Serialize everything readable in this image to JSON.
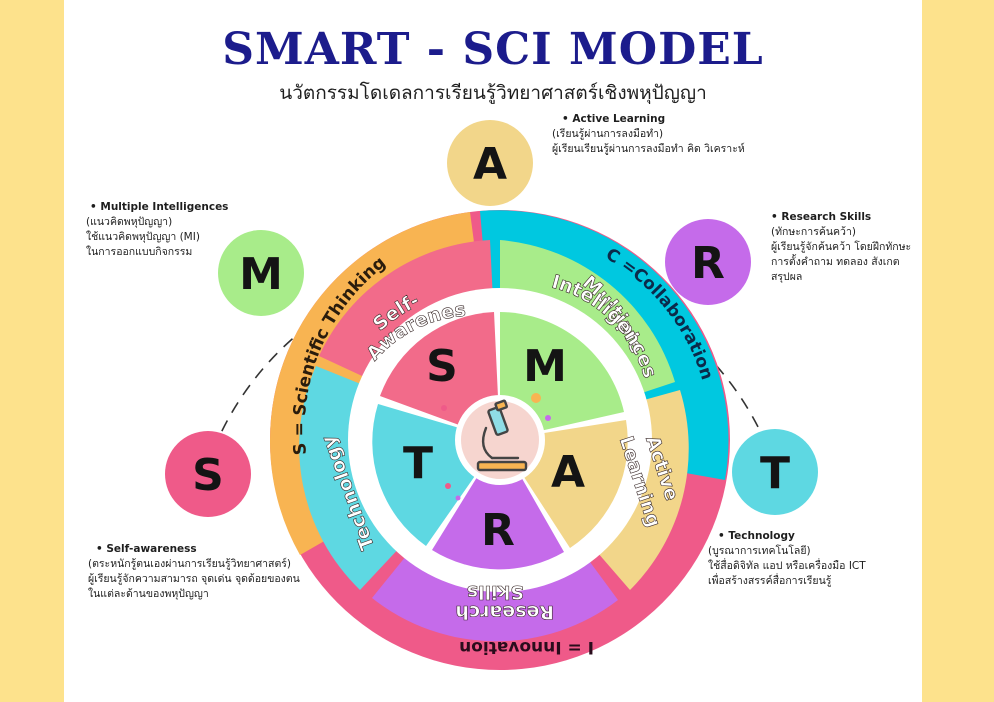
{
  "title": "SMART - SCI MODEL",
  "subtitle": "นวัตกรรมโดเดลการเรียนรู้วิทยาศาสตร์เชิงพหุปัญญา",
  "colors": {
    "navy": "#1c1c8c",
    "yellow_bg": "#fde28c",
    "pink": "#f26b8a",
    "green": "#a8ec8a",
    "sand": "#f2d68a",
    "purple": "#c56bea",
    "cyan": "#5ed8e2",
    "orange": "#f8b452",
    "sky": "#00c8e0",
    "magenta": "#ef5a89"
  },
  "outer_ring": {
    "s_label": "S = Scientific Thinking",
    "c_label": "C =Collaboration",
    "i_label": "I = Innovation"
  },
  "middle_ring": {
    "self_awareness_1": "Self-",
    "self_awareness_2": "Awareness",
    "multiple_1": "Multiple",
    "multiple_2": "Intelligences",
    "active_1": "Active",
    "active_2": "Learning",
    "research_1": "Research",
    "research_2": "Skills",
    "technology": "Technology"
  },
  "inner_letters": {
    "s": "S",
    "m": "M",
    "a": "A",
    "r": "R",
    "t": "T"
  },
  "side_circles": {
    "s": "S",
    "m": "M",
    "a": "A",
    "r": "R",
    "t": "T"
  },
  "notes": {
    "active": {
      "head": "Active Learning",
      "line1": "(เรียนรู้ผ่านการลงมือทำ)",
      "line2": "ผู้เรียนเรียนรู้ผ่านการลงมือทำ คิด วิเคราะห์"
    },
    "multiple": {
      "head": "Multiple Intelligences",
      "line1": "(แนวคิดพหุปัญญา)",
      "line2": "ใช้แนวคิดพหุปัญญา (MI)",
      "line3": "ในการออกแบบกิจกรรม"
    },
    "research": {
      "head": "Research Skills",
      "line1": "(ทักษะการค้นคว้า)",
      "line2": "ผู้เรียนรู้จักค้นคว้า โดยฝึกทักษะ",
      "line3": "การตั้งคำถาม ทดลอง สังเกต",
      "line4": "สรุปผล"
    },
    "technology": {
      "head": "Technology",
      "line1": "(บูรณาการเทคโนโลยี)",
      "line2": "ใช้สื่อดิจิทัล แอป หรือเครื่องมือ ICT",
      "line3": "เพื่อสร้างสรรค์สื่อการเรียนรู้"
    },
    "self": {
      "head": "Self-awareness",
      "line1": "(ตระหนักรู้ตนเองผ่านการเรียนรู้วิทยาศาสตร์)",
      "line2": "ผู้เรียนรู้จักความสามารถ จุดเด่น จุดด้อยของตน",
      "line3": "ในแต่ละด้านของพหุปัญญา"
    }
  },
  "center_icon": "microscope-icon"
}
